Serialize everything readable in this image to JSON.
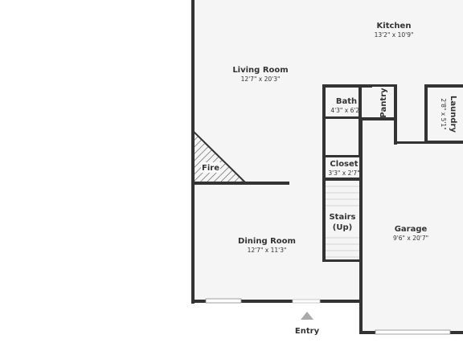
{
  "rooms": {
    "kitchen": {
      "name": "Kitchen",
      "dims": "13'2\" x 10'9\""
    },
    "living": {
      "name": "Living Room",
      "dims": "12'7\" x 20'3\""
    },
    "bath": {
      "name": "Bath",
      "dims": "4'3\" x 6'2\""
    },
    "pantry": {
      "name": "Pantry"
    },
    "laundry": {
      "name": "Laundry",
      "dims": "2'8\" x 5'1\""
    },
    "fire": {
      "name": "Fire"
    },
    "closet": {
      "name": "Closet",
      "dims": "3'3\" x 2'7\""
    },
    "stairs": {
      "name_line1": "Stairs",
      "name_line2": "(Up)"
    },
    "garage": {
      "name": "Garage",
      "dims": "9'6\" x 20'7\""
    },
    "dining": {
      "name": "Dining Room",
      "dims": "12'7\" x 11'3\""
    }
  },
  "entry": {
    "label": "Entry"
  },
  "colors": {
    "wall": "#333333",
    "floor": "#f5f5f5",
    "window": "#8a8a8a",
    "entry_marker": "#aaaaaa"
  }
}
